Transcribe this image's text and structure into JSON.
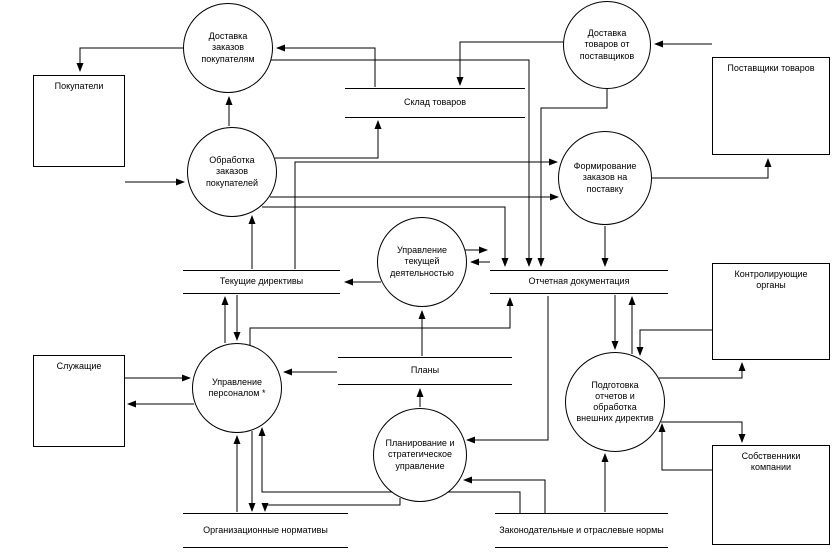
{
  "diagram": {
    "kind": "data-flow-diagram",
    "language": "ru",
    "processes": {
      "delivery_orders_to_customers": "Доставка заказов покупателям",
      "delivery_goods_from_suppliers": "Доставка товаров от поставщиков",
      "customer_order_processing": "Обработка заказов покупателей",
      "supply_order_forming": "Формирование заказов на поставку",
      "current_activity_management": "Управление текущей деятельностью",
      "personnel_management": "Управление персоналом *",
      "planning_strategic_management": "Планирование и стратегическое управление",
      "reports_preparation": "Подготовка отчетов и обработка внешних директив"
    },
    "external_entities": {
      "customers": "Покупатели",
      "suppliers": "Поставщики товаров",
      "employees": "Служащие",
      "regulators": "Контролирующие органы",
      "owners": "Собственники компании"
    },
    "data_stores": {
      "warehouse": "Склад товаров",
      "current_directives": "Текущие директивы",
      "reporting_documentation": "Отчетная документация",
      "plans": "Планы",
      "org_norms": "Организационные нормативы",
      "legal_norms": "Законодательные и отраслевые нормы"
    },
    "colors": {
      "line": "#000000",
      "background": "#ffffff",
      "text": "#000000"
    }
  }
}
